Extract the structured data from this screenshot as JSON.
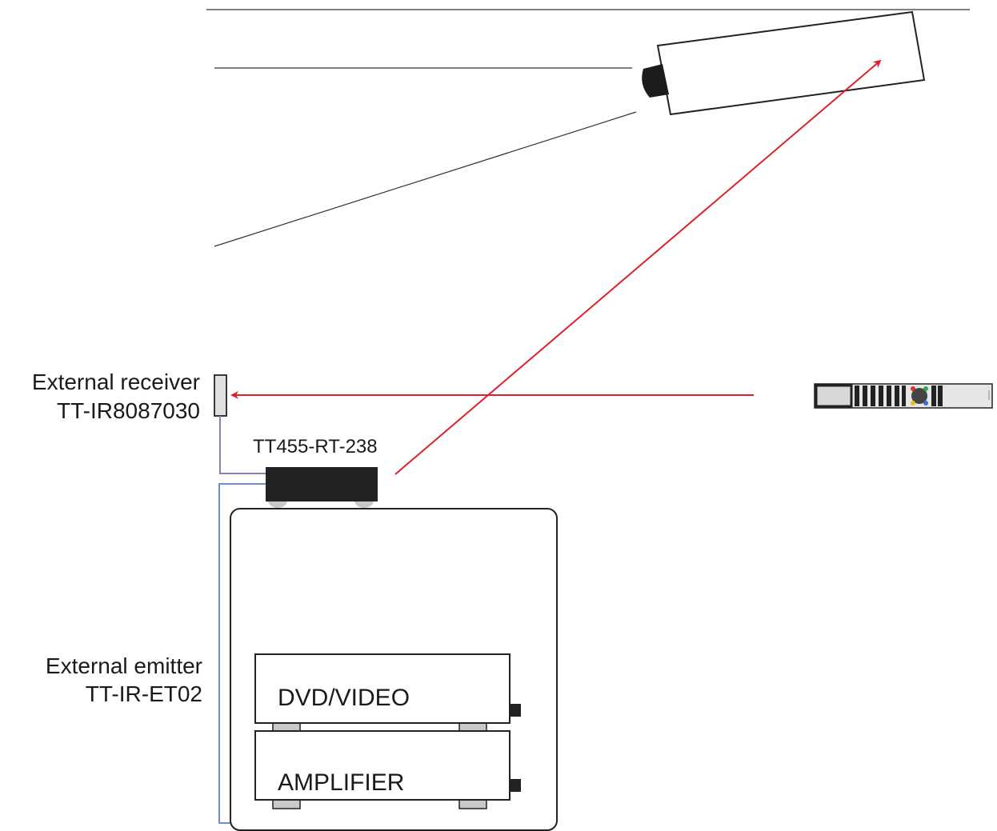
{
  "labels": {
    "receiver_line1": "External receiver",
    "receiver_line2": "TT-IR8087030",
    "repeater": "TT455-RT-238",
    "emitter_line1": "External emitter",
    "emitter_line2": "TT-IR-ET02",
    "dvd": "DVD/VIDEO",
    "amplifier": "AMPLIFIER"
  },
  "colors": {
    "ir_beam": "#e0202a",
    "receiver_cable": "#8a80b4",
    "emitter_cable": "#6f8fcf",
    "device_dark": "#222222",
    "feet": "#c8c8c8"
  },
  "icons": {
    "projector": "projector-icon",
    "remote": "remote-control-icon"
  }
}
